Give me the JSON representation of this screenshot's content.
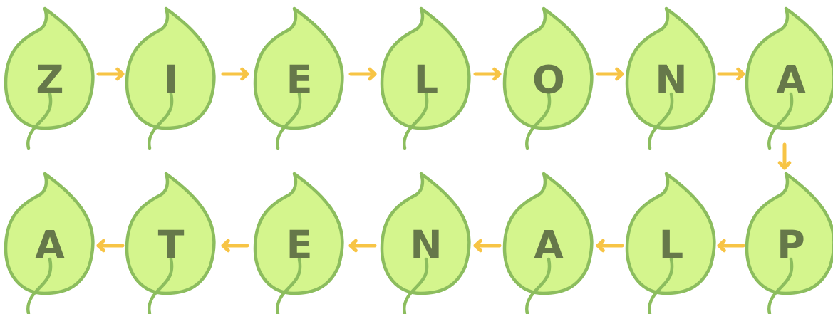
{
  "colors": {
    "leaf_fill": "#d4f58d",
    "leaf_outline": "#8cbd5e",
    "letter": "#66784a",
    "arrow": "#f7c445"
  },
  "row1": {
    "direction": "left-to-right",
    "letters": [
      "Z",
      "I",
      "E",
      "L",
      "O",
      "N",
      "A"
    ]
  },
  "turn": {
    "direction": "down"
  },
  "row2": {
    "direction": "right-to-left",
    "letters": [
      "P",
      "L",
      "A",
      "N",
      "E",
      "T",
      "A"
    ]
  }
}
